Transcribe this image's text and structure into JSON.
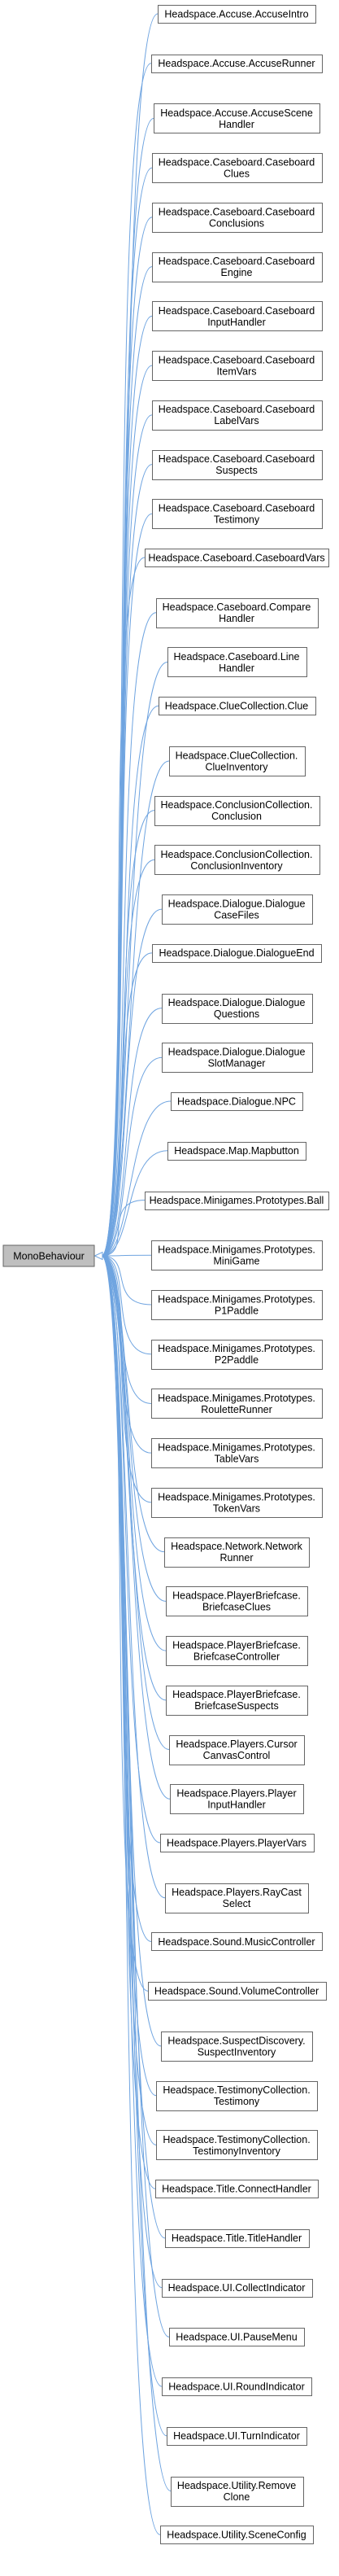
{
  "diagram": {
    "type": "inheritance-graph",
    "base": "MonoBehaviour",
    "colors": {
      "edge": "#6fa4e0",
      "base_fill": "#bfbfbf",
      "node_fill": "#ffffff",
      "border": "#666666"
    },
    "nodes": [
      {
        "lines": [
          "Headspace.Accuse.AccuseIntro"
        ]
      },
      {
        "lines": [
          "Headspace.Accuse.AccuseRunner"
        ]
      },
      {
        "lines": [
          "Headspace.Accuse.AccuseScene",
          "Handler"
        ]
      },
      {
        "lines": [
          "Headspace.Caseboard.Caseboard",
          "Clues"
        ]
      },
      {
        "lines": [
          "Headspace.Caseboard.Caseboard",
          "Conclusions"
        ]
      },
      {
        "lines": [
          "Headspace.Caseboard.Caseboard",
          "Engine"
        ]
      },
      {
        "lines": [
          "Headspace.Caseboard.Caseboard",
          "InputHandler"
        ]
      },
      {
        "lines": [
          "Headspace.Caseboard.Caseboard",
          "ItemVars"
        ]
      },
      {
        "lines": [
          "Headspace.Caseboard.Caseboard",
          "LabelVars"
        ]
      },
      {
        "lines": [
          "Headspace.Caseboard.Caseboard",
          "Suspects"
        ]
      },
      {
        "lines": [
          "Headspace.Caseboard.Caseboard",
          "Testimony"
        ]
      },
      {
        "lines": [
          "Headspace.Caseboard.CaseboardVars"
        ]
      },
      {
        "lines": [
          "Headspace.Caseboard.Compare",
          "Handler"
        ]
      },
      {
        "lines": [
          "Headspace.Caseboard.Line",
          "Handler"
        ]
      },
      {
        "lines": [
          "Headspace.ClueCollection.Clue"
        ]
      },
      {
        "lines": [
          "Headspace.ClueCollection.",
          "ClueInventory"
        ]
      },
      {
        "lines": [
          "Headspace.ConclusionCollection.",
          "Conclusion"
        ]
      },
      {
        "lines": [
          "Headspace.ConclusionCollection.",
          "ConclusionInventory"
        ]
      },
      {
        "lines": [
          "Headspace.Dialogue.Dialogue",
          "CaseFiles"
        ]
      },
      {
        "lines": [
          "Headspace.Dialogue.DialogueEnd"
        ]
      },
      {
        "lines": [
          "Headspace.Dialogue.Dialogue",
          "Questions"
        ]
      },
      {
        "lines": [
          "Headspace.Dialogue.Dialogue",
          "SlotManager"
        ]
      },
      {
        "lines": [
          "Headspace.Dialogue.NPC"
        ]
      },
      {
        "lines": [
          "Headspace.Map.Mapbutton"
        ]
      },
      {
        "lines": [
          "Headspace.Minigames.Prototypes.Ball"
        ]
      },
      {
        "lines": [
          "Headspace.Minigames.Prototypes.",
          "MiniGame"
        ]
      },
      {
        "lines": [
          "Headspace.Minigames.Prototypes.",
          "P1Paddle"
        ]
      },
      {
        "lines": [
          "Headspace.Minigames.Prototypes.",
          "P2Paddle"
        ]
      },
      {
        "lines": [
          "Headspace.Minigames.Prototypes.",
          "RouletteRunner"
        ]
      },
      {
        "lines": [
          "Headspace.Minigames.Prototypes.",
          "TableVars"
        ]
      },
      {
        "lines": [
          "Headspace.Minigames.Prototypes.",
          "TokenVars"
        ]
      },
      {
        "lines": [
          "Headspace.Network.Network",
          "Runner"
        ]
      },
      {
        "lines": [
          "Headspace.PlayerBriefcase.",
          "BriefcaseClues"
        ]
      },
      {
        "lines": [
          "Headspace.PlayerBriefcase.",
          "BriefcaseController"
        ]
      },
      {
        "lines": [
          "Headspace.PlayerBriefcase.",
          "BriefcaseSuspects"
        ]
      },
      {
        "lines": [
          "Headspace.Players.Cursor",
          "CanvasControl"
        ]
      },
      {
        "lines": [
          "Headspace.Players.Player",
          "InputHandler"
        ]
      },
      {
        "lines": [
          "Headspace.Players.PlayerVars"
        ]
      },
      {
        "lines": [
          "Headspace.Players.RayCast",
          "Select"
        ]
      },
      {
        "lines": [
          "Headspace.Sound.MusicController"
        ]
      },
      {
        "lines": [
          "Headspace.Sound.VolumeController"
        ]
      },
      {
        "lines": [
          "Headspace.SuspectDiscovery.",
          "SuspectInventory"
        ]
      },
      {
        "lines": [
          "Headspace.TestimonyCollection.",
          "Testimony"
        ]
      },
      {
        "lines": [
          "Headspace.TestimonyCollection.",
          "TestimonyInventory"
        ]
      },
      {
        "lines": [
          "Headspace.Title.ConnectHandler"
        ]
      },
      {
        "lines": [
          "Headspace.Title.TitleHandler"
        ]
      },
      {
        "lines": [
          "Headspace.UI.CollectIndicator"
        ]
      },
      {
        "lines": [
          "Headspace.UI.PauseMenu"
        ]
      },
      {
        "lines": [
          "Headspace.UI.RoundIndicator"
        ]
      },
      {
        "lines": [
          "Headspace.UI.TurnIndicator"
        ]
      },
      {
        "lines": [
          "Headspace.Utility.Remove",
          "Clone"
        ]
      },
      {
        "lines": [
          "Headspace.Utility.SceneConfig"
        ]
      }
    ]
  }
}
